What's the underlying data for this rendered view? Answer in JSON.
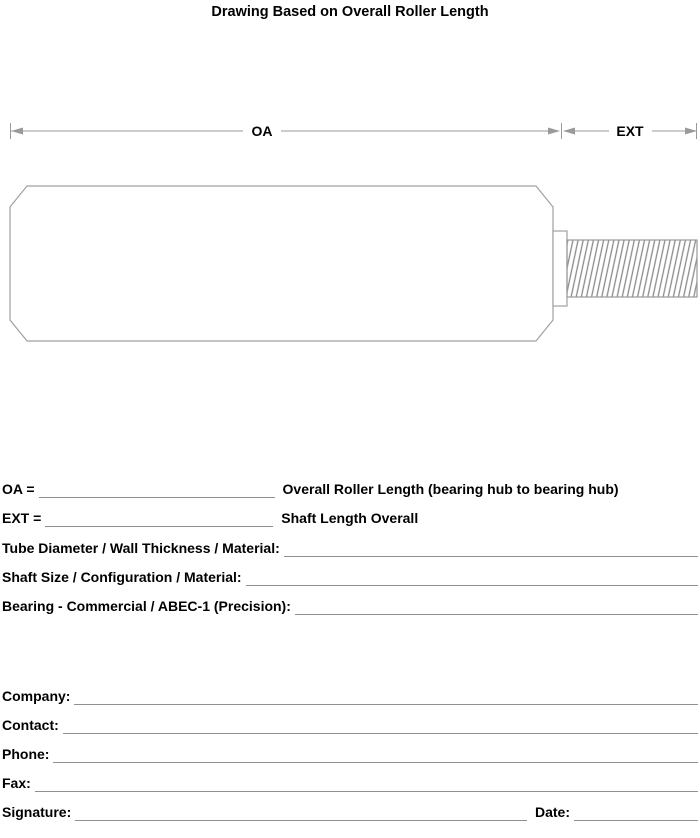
{
  "title": "Drawing Based on Overall Roller Length",
  "diagram": {
    "oa_label": "OA",
    "ext_label": "EXT"
  },
  "form": {
    "oa_label": "OA =",
    "oa_desc": "Overall Roller Length (bearing hub to bearing hub)",
    "oa_value": "",
    "ext_label": "EXT =",
    "ext_desc": "Shaft Length Overall",
    "ext_value": "",
    "tube_label": "Tube Diameter / Wall Thickness / Material:",
    "tube_value": "",
    "shaft_label": "Shaft Size / Configuration / Material:",
    "shaft_value": "",
    "bearing_label": "Bearing - Commercial / ABEC-1 (Precision):",
    "bearing_value": "",
    "company_label": "Company:",
    "company_value": "",
    "contact_label": "Contact:",
    "contact_value": "",
    "phone_label": "Phone:",
    "phone_value": "",
    "fax_label": "Fax:",
    "fax_value": "",
    "signature_label": "Signature:",
    "signature_value": "",
    "date_label": "Date:",
    "date_value": ""
  },
  "colors": {
    "drawing_line": "#9a9a9a",
    "thread_line": "#8a8a8a",
    "blank_line": "#8f8f8f",
    "text": "#000000"
  }
}
